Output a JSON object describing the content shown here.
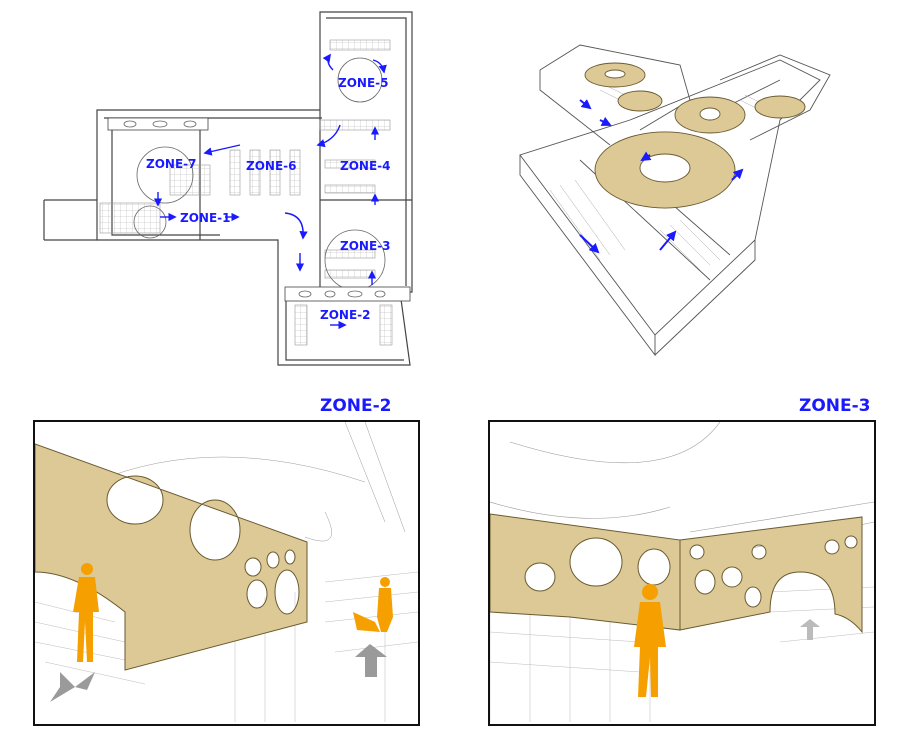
{
  "plan": {
    "zones": [
      {
        "id": "z1",
        "label": "ZONE-1"
      },
      {
        "id": "z2",
        "label": "ZONE-2"
      },
      {
        "id": "z3",
        "label": "ZONE-3"
      },
      {
        "id": "z4",
        "label": "ZONE-4"
      },
      {
        "id": "z5",
        "label": "ZONE-5"
      },
      {
        "id": "z6",
        "label": "ZONE-6"
      },
      {
        "id": "z7",
        "label": "ZONE-7"
      }
    ]
  },
  "views": [
    {
      "id": "view2",
      "title": "ZONE-2"
    },
    {
      "id": "view3",
      "title": "ZONE-3"
    }
  ],
  "colors": {
    "accent": "#1a1aff",
    "panel_fill": "#dcc996",
    "figure": "#f5a000",
    "arrow_grey": "#9a9a9a",
    "line": "#555555"
  }
}
